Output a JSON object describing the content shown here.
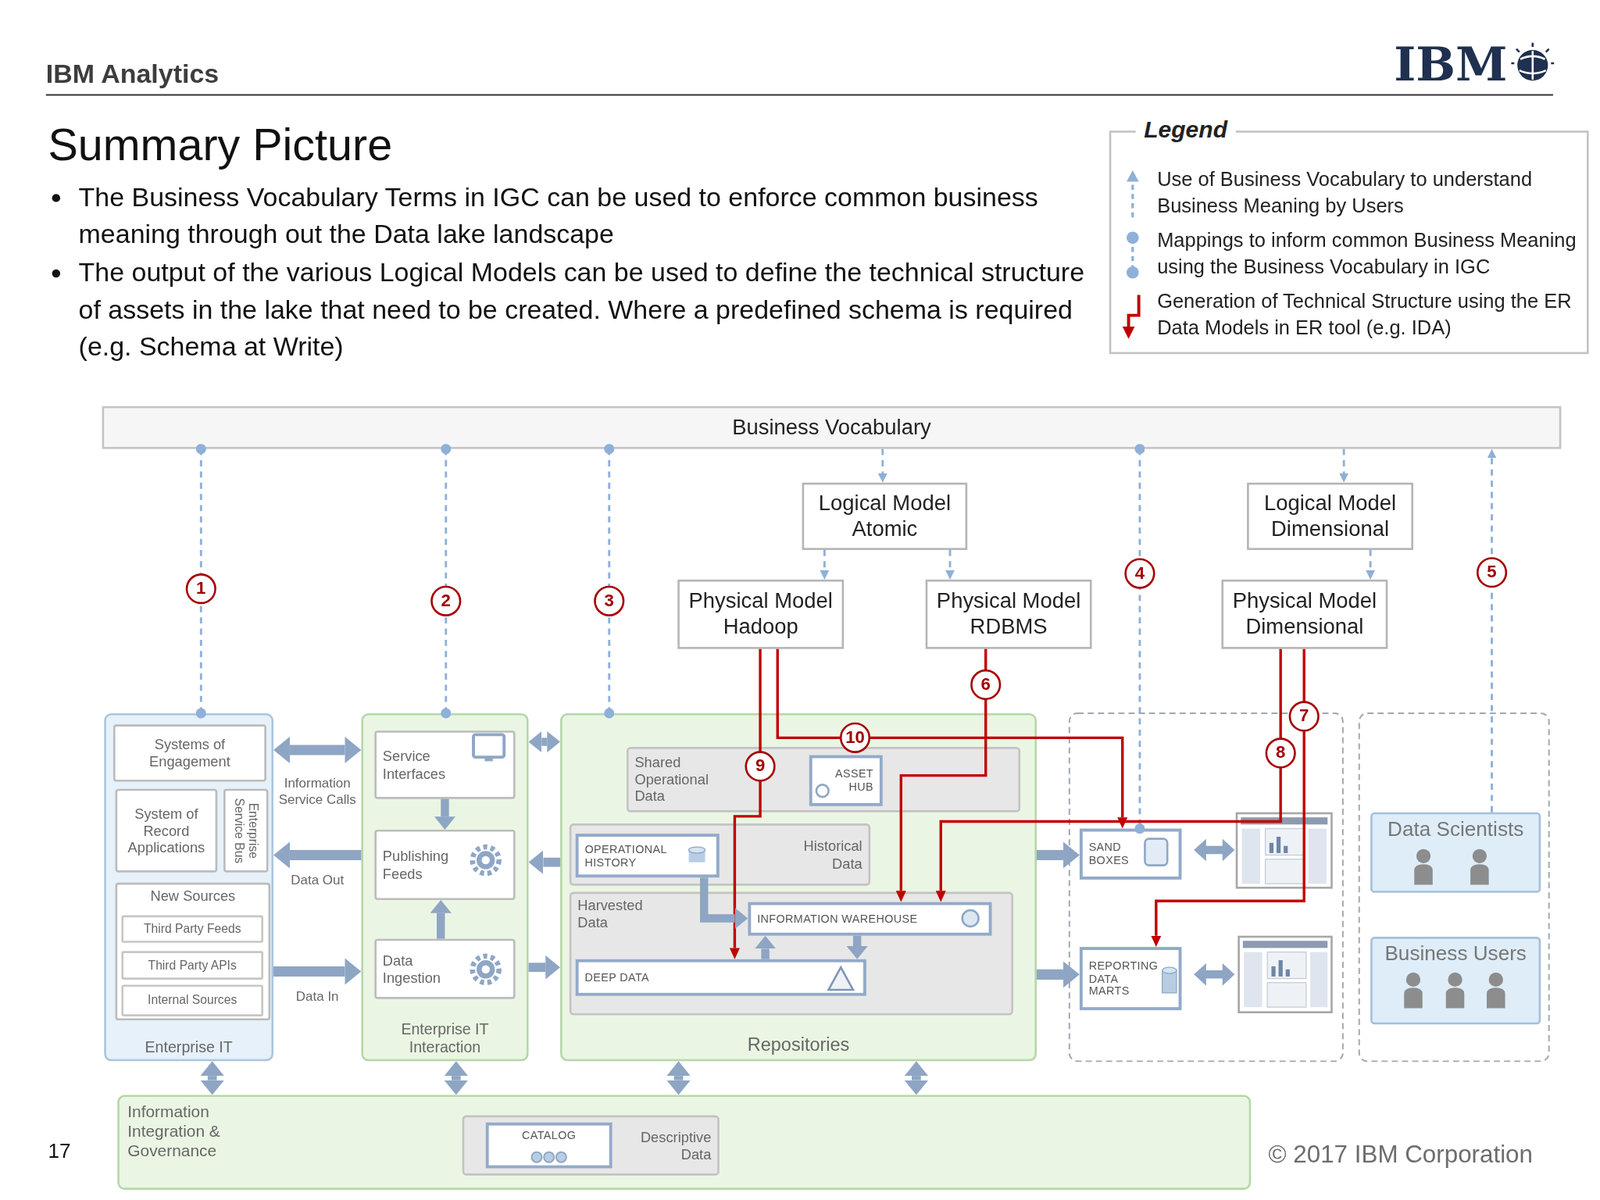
{
  "diagram": {
    "title": "Summary Picture",
    "nodes": [
      {
        "text": [
          "Business Vocabulary"
        ]
      },
      {
        "text": [
          "Logical Model Atomic"
        ]
      },
      {
        "text": [
          "Logical Model Dimensional"
        ]
      },
      {
        "text": [
          "Physical Model Hadoop"
        ]
      },
      {
        "text": [
          "Physical Model RDBMS"
        ]
      },
      {
        "text": [
          "Physical Model Dimensional"
        ]
      },
      {
        "text": [
          "Enterprise IT"
        ]
      },
      {
        "text": [
          "Systems of Engagement"
        ],
        "in": 6
      },
      {
        "text": [
          "System of Record Applications"
        ],
        "in": 6
      },
      {
        "text": [
          "Enterprise Service Bus"
        ],
        "in": 6
      },
      {
        "text": [
          "New Sources"
        ],
        "in": 6
      },
      {
        "text": [
          "Third Party Feeds"
        ],
        "in": 10
      },
      {
        "text": [
          "Third Party APIs"
        ],
        "in": 10
      },
      {
        "text": [
          "Internal Sources"
        ],
        "in": 10
      },
      {
        "text": [
          "Enterprise IT Interaction"
        ]
      },
      {
        "text": [
          "Service Interfaces"
        ],
        "in": 14
      },
      {
        "text": [
          "Publishing Feeds"
        ],
        "in": 14
      },
      {
        "text": [
          "Data Ingestion"
        ],
        "in": 14
      },
      {
        "text": [
          "Repositories"
        ]
      },
      {
        "text": [
          "Shared Operational Data"
        ],
        "in": 18
      },
      {
        "text": [
          "ASSET HUB"
        ],
        "in": 19
      },
      {
        "text": [
          "Historical Data"
        ],
        "in": 18
      },
      {
        "text": [
          "OPERATIONAL HISTORY"
        ],
        "in": 21
      },
      {
        "text": [
          "Harvested Data"
        ],
        "in": 18
      },
      {
        "text": [
          "INFORMATION WAREHOUSE"
        ],
        "in": 23
      },
      {
        "text": [
          "DEEP DATA"
        ],
        "in": 23
      },
      {
        "text": [
          "SAND BOXES"
        ]
      },
      {
        "text": [
          "REPORTING DATA MARTS"
        ]
      },
      {
        "text": [
          "Data Scientists"
        ]
      },
      {
        "text": [
          "Business Users"
        ]
      },
      {
        "text": [
          "Information Integration & Governance"
        ]
      },
      {
        "text": [
          "Descriptive Data"
        ],
        "in": 30
      },
      {
        "text": [
          "CATALOG"
        ],
        "in": 31
      }
    ],
    "edges": [
      {
        "from": 0,
        "to": 6,
        "arrow": "none",
        "label": "1"
      },
      {
        "from": 0,
        "to": 14,
        "arrow": "none",
        "label": "2"
      },
      {
        "from": 0,
        "to": 18,
        "arrow": "none",
        "label": "3"
      },
      {
        "from": 0,
        "to": 1,
        "arrow": "to"
      },
      {
        "from": 0,
        "to": 2,
        "arrow": "to"
      },
      {
        "from": 0,
        "to": 26,
        "arrow": "none",
        "label": "4"
      },
      {
        "from": 28,
        "to": 0,
        "arrow": "to",
        "label": "5"
      },
      {
        "from": 1,
        "to": 3,
        "arrow": "to"
      },
      {
        "from": 1,
        "to": 4,
        "arrow": "to"
      },
      {
        "from": 2,
        "to": 5,
        "arrow": "to"
      },
      {
        "from": 4,
        "to": 24,
        "arrow": "to",
        "label": "6"
      },
      {
        "from": 5,
        "to": 27,
        "arrow": "to",
        "label": "7"
      },
      {
        "from": 5,
        "to": 24,
        "arrow": "to",
        "label": "8"
      },
      {
        "from": 3,
        "to": 25,
        "arrow": "to",
        "label": "9"
      },
      {
        "from": 3,
        "to": 26,
        "arrow": "to",
        "label": "10"
      },
      {
        "from": 6,
        "to": 14,
        "arrow": "both",
        "label": "Information Service Calls"
      },
      {
        "from": 14,
        "to": 6,
        "arrow": "to",
        "label": "Data Out"
      },
      {
        "from": 6,
        "to": 14,
        "arrow": "to",
        "label": "Data In"
      },
      {
        "from": 14,
        "to": 18,
        "arrow": "both"
      },
      {
        "from": 18,
        "to": 14,
        "arrow": "to"
      },
      {
        "from": 14,
        "to": 18,
        "arrow": "to"
      },
      {
        "from": 15,
        "to": 16,
        "arrow": "to"
      },
      {
        "from": 17,
        "to": 16,
        "arrow": "to"
      },
      {
        "from": 22,
        "to": 24,
        "arrow": "to"
      },
      {
        "from": 25,
        "to": 24,
        "arrow": "to"
      },
      {
        "from": 24,
        "to": 25,
        "arrow": "to"
      },
      {
        "from": 18,
        "to": 26,
        "arrow": "to"
      },
      {
        "from": 18,
        "to": 27,
        "arrow": "to"
      },
      {
        "from": 6,
        "to": 30,
        "arrow": "both"
      },
      {
        "from": 14,
        "to": 30,
        "arrow": "both"
      },
      {
        "from": 18,
        "to": 30,
        "arrow": "both"
      },
      {
        "from": 18,
        "to": 30,
        "arrow": "both"
      }
    ],
    "labels": [
      "IBM Analytics",
      "IBM",
      "The Business Vocabulary Terms in IGC can be used to enforce common business meaning through out the Data lake landscape",
      "The output of the various Logical Models can be used to define the technical structure of assets in the lake that need to be created. Where a predefined schema is required (e.g. Schema at Write)",
      "Legend",
      "17",
      "© 2017 IBM Corporation"
    ],
    "legend": [
      {
        "text": "Use of Business Vocabulary to understand Business Meaning by Users"
      },
      {
        "text": "Mappings to inform common Business Meaning using the Business Vocabulary in IGC"
      },
      {
        "text": "Generation of Technical Structure using the ER Data Models in ER tool (e.g. IDA)"
      }
    ]
  }
}
